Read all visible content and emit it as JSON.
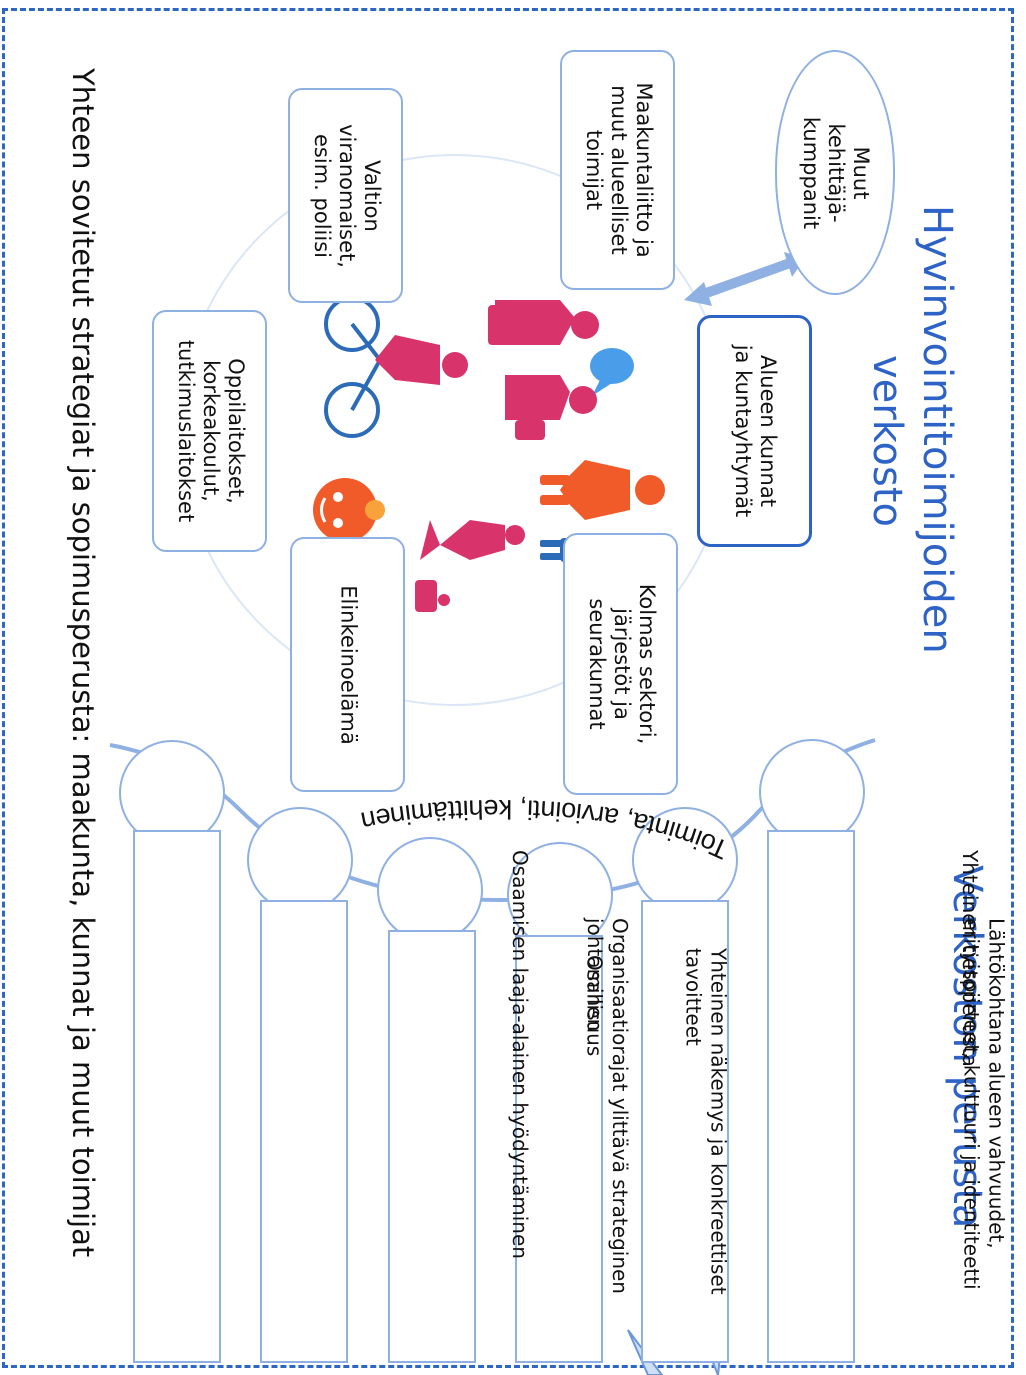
{
  "diagram": {
    "title_network": [
      "Hyvinvointitoimijoiden",
      "verkosto"
    ],
    "title_basis": "Verkoston perusta",
    "bottom_caption": "Yhteen sovitetut strategiat ja sopimusperusta: maakunta, kunnat ja muut toimijat",
    "arc_text": "Toiminta, arviointi, kehittäminen",
    "actors": {
      "other_partners": [
        "Muut",
        "kehittäjä-",
        "kumppanit"
      ],
      "municipalities": [
        "Alueen kunnat",
        "ja kuntayhtymät"
      ],
      "regional": [
        "Maakuntaliitto ja",
        "muut alueelliset",
        "toimijat"
      ],
      "state": [
        "Valtion",
        "viranomaiset,",
        "esim. poliisi"
      ],
      "education": [
        "Oppilaitokset,",
        "korkeakoulut,",
        "tutkimuslaitokset"
      ],
      "business": [
        "Elinkeinoelämä"
      ],
      "third_sector": [
        "Kolmas sektori,",
        "järjestöt ja",
        "seurakunnat"
      ]
    },
    "pillars": [
      [
        "Yhteinen tietoperusta"
      ],
      [
        "Lähtökohtana alueen vahvuudet,",
        "erityispiirteet, kulttuuri ja identiteetti"
      ],
      [
        "Osallisuus"
      ],
      [
        "Yhteinen näkemys ja konkreettiset",
        "tavoitteet"
      ],
      [
        "Organisaatiorajat ylittävä strateginen",
        "johtaminen"
      ],
      [
        "Osaamisen laaja-alainen hyödyntäminen"
      ]
    ],
    "colors": {
      "accent_blue": "#2d62c6",
      "box_border": "#8fb0e3",
      "person_pink": "#d8336b",
      "person_orange": "#f15a29",
      "person_navy": "#2b6bb8"
    },
    "icons": [
      "couple-icon",
      "speech-bubble-icon",
      "woman-icon",
      "child-icon",
      "cyclist-icon",
      "walker-with-dog-icon",
      "smiling-face-icon"
    ]
  }
}
